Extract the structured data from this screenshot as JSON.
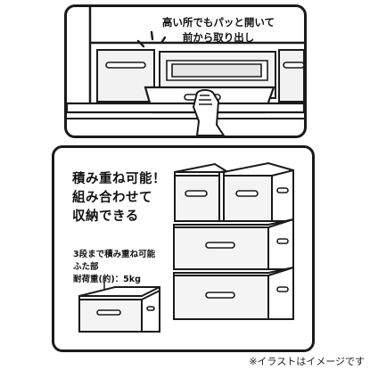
{
  "top_panel": {
    "caption": "高い所でもパッと開いて\n前から取り出し"
  },
  "bottom_panel": {
    "caption": "積み重ね可能！\n組み合わせて\n収納できる",
    "spec_lines": [
      "3段まで積み重ね可能",
      "ふた部",
      "耐荷重(約)：5kg"
    ]
  },
  "note": "※イラストはイメージです",
  "colors": {
    "line": "#1a1a1a",
    "box_gray": "#e8e8e8",
    "background": "#ffffff"
  }
}
